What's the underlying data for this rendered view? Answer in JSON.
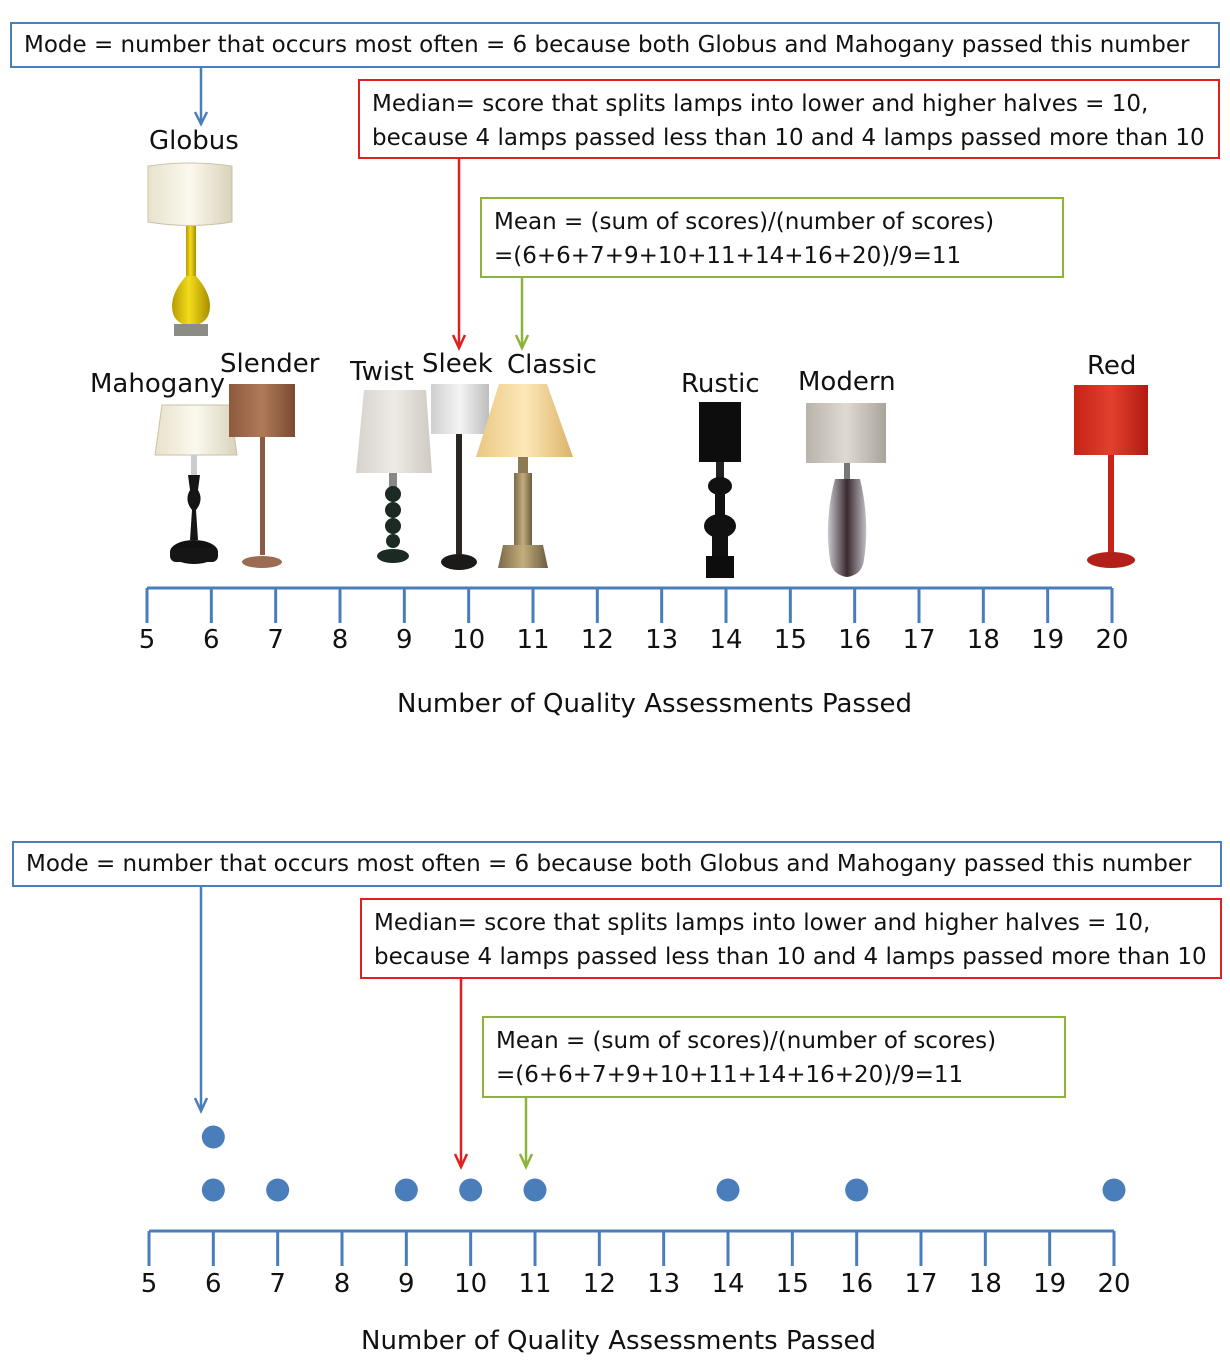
{
  "panel_top": {
    "mode_text": "Mode = number that occurs most often = 6 because both Globus and Mahogany passed this number",
    "median_line1": "Median= score that splits lamps into lower and higher halves = 10,",
    "median_line2": "because 4 lamps passed less than 10 and 4 lamps passed more than 10",
    "mean_line1": "Mean = (sum of scores)/(number of scores)",
    "mean_line2": "=(6+6+7+9+10+11+14+16+20)/9=11",
    "lamps": [
      {
        "name": "Globus",
        "score": 6
      },
      {
        "name": "Mahogany",
        "score": 6
      },
      {
        "name": "Slender",
        "score": 7
      },
      {
        "name": "Twist",
        "score": 9
      },
      {
        "name": "Sleek",
        "score": 10
      },
      {
        "name": "Classic",
        "score": 11
      },
      {
        "name": "Rustic",
        "score": 14
      },
      {
        "name": "Modern",
        "score": 16
      },
      {
        "name": "Red",
        "score": 20
      }
    ],
    "axis_title": "Number of Quality Assessments Passed"
  },
  "panel_bottom": {
    "mode_text": "Mode = number that occurs most often = 6 because both Globus and Mahogany passed this number",
    "median_line1": "Median= score that splits lamps into lower and higher halves = 10,",
    "median_line2": "because 4 lamps passed less than 10 and 4 lamps passed more than 10",
    "mean_line1": "Mean = (sum of scores)/(number of scores)",
    "mean_line2": "=(6+6+7+9+10+11+14+16+20)/9=11",
    "axis_title": "Number of Quality Assessments Passed"
  },
  "chart_data": {
    "type": "scatter",
    "x": [
      6,
      6,
      7,
      9,
      10,
      11,
      14,
      16,
      20
    ],
    "xlim": [
      5,
      20
    ],
    "xticks": [
      "5",
      "6",
      "7",
      "8",
      "9",
      "10",
      "11",
      "12",
      "13",
      "14",
      "15",
      "16",
      "17",
      "18",
      "19",
      "20"
    ],
    "xlabel": "Number of Quality Assessments Passed",
    "mode": 6,
    "median": 10,
    "mean": 11
  },
  "colors": {
    "axis": "#4a7ebb",
    "dot": "#4a7ebb",
    "mode_arrow": "#4a7ebb",
    "median_arrow": "#e02020",
    "mean_arrow": "#8db33a"
  }
}
